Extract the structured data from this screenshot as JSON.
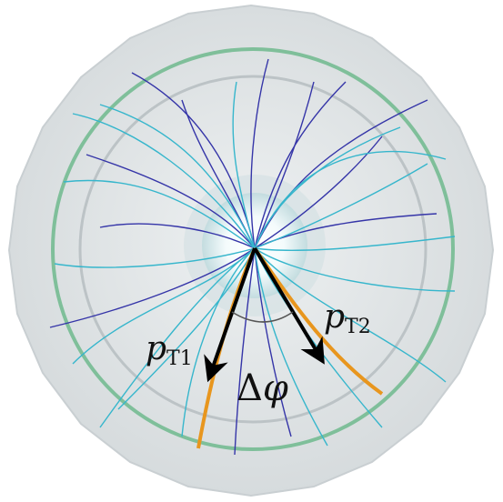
{
  "diagram": {
    "labels": {
      "pt1_main": "p",
      "pt1_sub": "T1",
      "pt2_main": "p",
      "pt2_sub": "T2",
      "delta": "Δ",
      "phi": "φ"
    },
    "colors": {
      "detector_fill": "#dfe3e5",
      "detector_edge": "#c9cfd2",
      "outer_ring": "#7fbf9a",
      "inner_ring": "#b9c0c4",
      "beam_pipe": "#c8dde0",
      "track_blue": "#3535a8",
      "track_cyan": "#36b6cc",
      "highlight_track": "#e8961e",
      "momentum_arrow": "#000000"
    },
    "icons": [
      "arrowhead-icon"
    ]
  }
}
